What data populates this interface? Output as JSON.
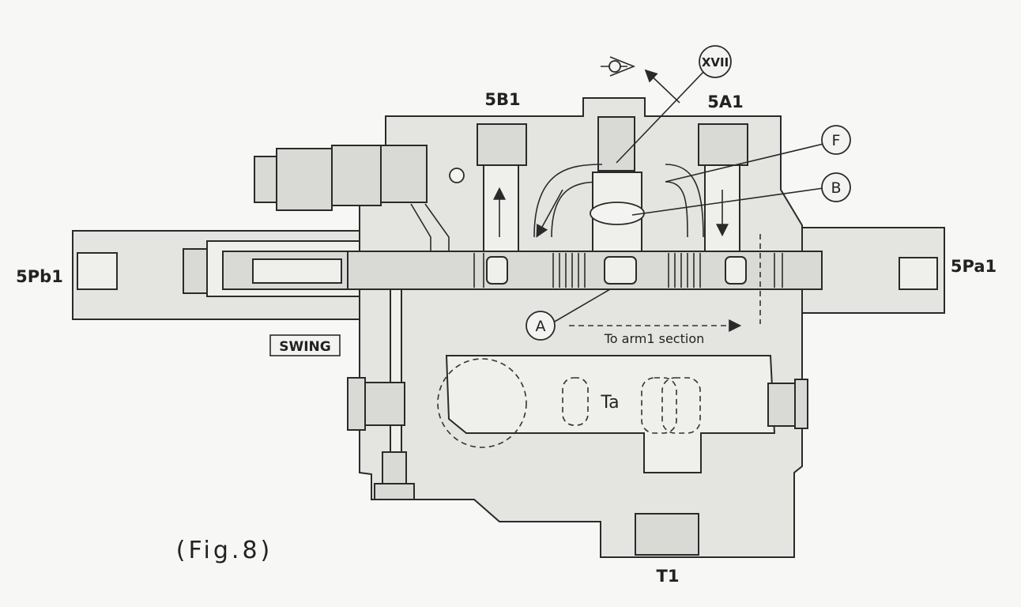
{
  "figure": {
    "caption": "(Fig.8)",
    "labels": {
      "port_5b1": "5B1",
      "port_5a1": "5A1",
      "port_5pb1": "5Pb1",
      "port_5pa1": "5Pa1",
      "port_t1": "T1",
      "chamber_ta": "Ta",
      "section_swing": "SWING",
      "callout_xvii": "XVII",
      "callout_f": "F",
      "callout_b": "B",
      "callout_a": "A",
      "flow_note": "To arm1 section"
    }
  }
}
